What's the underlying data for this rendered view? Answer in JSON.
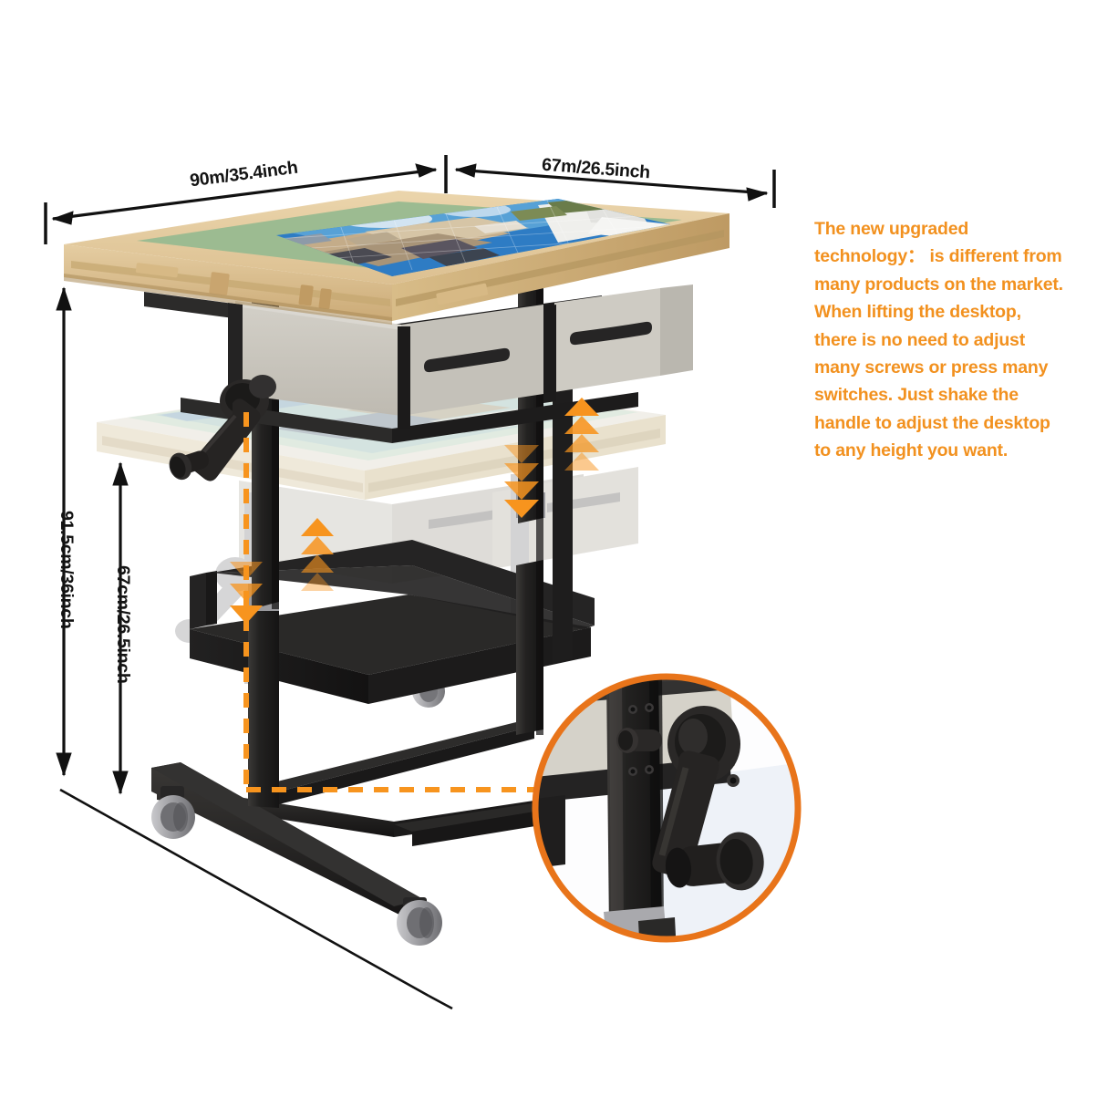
{
  "image": {
    "kind": "product-infographic",
    "subject": "Height-adjustable wooden jigsaw puzzle table with crank handle, fabric drawers, storage shelf and casters",
    "background_color": "#FFFFFF"
  },
  "dimensions": {
    "width_label": "90m/35.4inch",
    "depth_label": "67m/26.5inch",
    "max_height_label": "91.5cm/36inch",
    "min_height_label": "67cm/26.5inch"
  },
  "callout": {
    "paragraph": "The new upgraded technology： is different from many products on the market. When lifting the desktop, there is no need to adjust many screws or press many switches. Just shake the handle to adjust the desktop to any height you want.",
    "color": "#F2911F"
  },
  "detail_circle": {
    "label": "crank-handle-zoom",
    "ring_color": "#E8741A"
  },
  "indicators": {
    "up_arrow_color": "#F7941E",
    "down_arrow_color": "#F7941E",
    "dashed_line_color": "#F7941E"
  },
  "palette": {
    "wood_light": "#E8CFA4",
    "wood_mid": "#D9B781",
    "wood_dark": "#B08A4E",
    "felt_green": "#8FB184",
    "frame_black": "#2B2B2B",
    "frame_black_dark": "#1A1A1A",
    "drawer_fabric": "#C9C6BD",
    "caster_gray": "#9A9A9E",
    "sky_blue": "#3F8FD0",
    "sea_blue": "#1F63B4",
    "sand": "#C9B08C",
    "white_building": "#F2F2F0"
  },
  "parts": [
    {
      "name": "tabletop-puzzle-board",
      "label": "Wooden puzzle board with green felt and jigsaw puzzle"
    },
    {
      "name": "fabric-drawer-left",
      "label": "Fabric storage drawer"
    },
    {
      "name": "fabric-drawer-right",
      "label": "Fabric storage drawer"
    },
    {
      "name": "crank-handle",
      "label": "Height adjustment crank handle"
    },
    {
      "name": "storage-shelf",
      "label": "Black lower storage shelf"
    },
    {
      "name": "caster-wheel",
      "label": "Locking caster wheel"
    },
    {
      "name": "telescoping-leg",
      "label": "Telescoping black steel leg"
    }
  ]
}
